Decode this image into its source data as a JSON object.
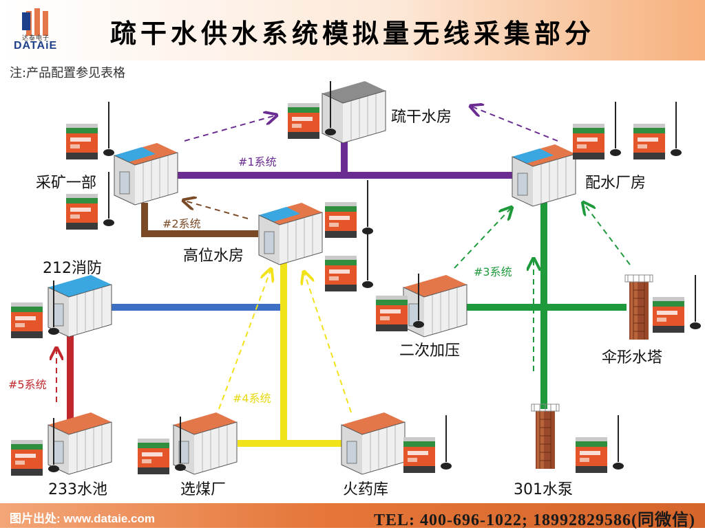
{
  "header": {
    "logo_tag": "达泰电子",
    "logo_word": "DATAiE",
    "title": "疏干水供水系统模拟量无线采集部分"
  },
  "note": "注:产品配置参见表格",
  "stations": {
    "shugan": "疏干水房",
    "caikuang": "采矿一部",
    "peishui": "配水厂房",
    "gaowei": "高位水房",
    "xiaofang": "212消防",
    "erci": "二次加压",
    "sanxing": "伞形水塔",
    "shuichi": "233水池",
    "xuanmei": "选煤厂",
    "huoyao": "火药库",
    "shuibeng": "301水泵"
  },
  "systems": {
    "s1": "#1系统",
    "s2": "#2系统",
    "s3": "#3系统",
    "s4": "#4系统",
    "s5": "#5系统"
  },
  "colors": {
    "s1": "#6a2c91",
    "s2": "#7a4a26",
    "s3": "#1e9a3c",
    "s4": "#f2e21a",
    "s5": "#c0282e",
    "fire_pipe": "#3d6fc4",
    "roof_orange": "#e4774a",
    "roof_blue": "#3aa7e0"
  },
  "footer": {
    "source": "图片出处: www.dataie.com",
    "tel": "TEL: 400-696-1022; 18992829586(同微信)"
  }
}
